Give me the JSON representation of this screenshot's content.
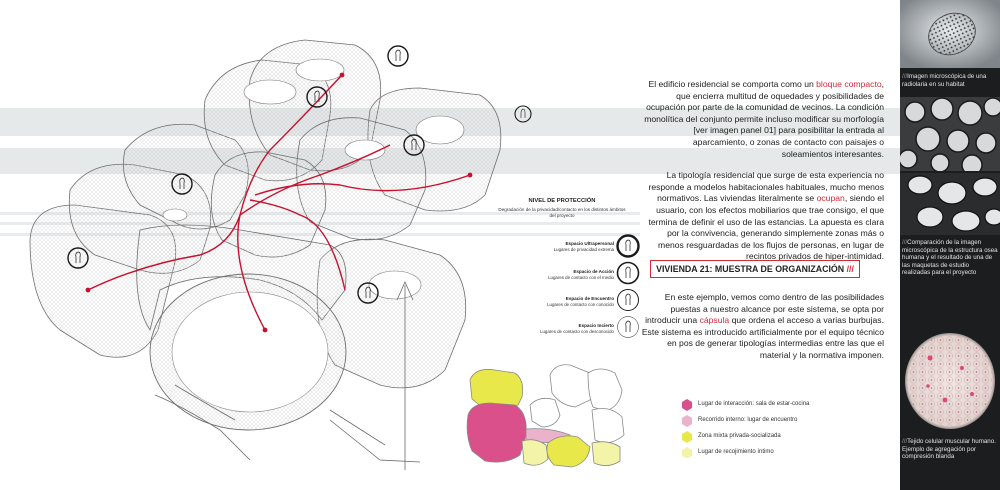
{
  "intro": {
    "p1_a": "El edificio residencial se comporta como un ",
    "p1_hl": "bloque compacto",
    "p1_b": ", que encierra multitud de oquedades y posibilidades de ocupación por parte de la comunidad de vecinos. La condición monolítica del conjunto permite incluso modificar su morfología [ver imagen panel 01] para posibilitar la entrada al aparcamiento, o zonas de contacto con paisajes o soleamientos interesantes.",
    "p2_a": "La tipología residencial que surge de esta experiencia no responde a modelos habitacionales habituales, mucho menos normativos. Las viviendas literalmente se ",
    "p2_hl": "ocupan",
    "p2_b": ", siendo el usuario, con los efectos mobiliarios que trae consigo, el que termina de definir el uso de las estancias. La apuesta es clara por la convivencia, generando simplemente zonas más o menos resguardadas de los flujos de personas, en lugar de recintos privados de hiper-intimidad."
  },
  "section_heading": {
    "text": "VIVIENDA 21: MUESTRA DE ORGANIZACIÓN",
    "slashes": "///"
  },
  "example": {
    "a": "En este ejemplo, vemos como dentro de las posibilidades puestas a nuestro alcance por este sistema, se opta por introducir una ",
    "hl": "cápsula",
    "b": " que ordena el acceso a varias burbujas. Este sistema es introducido artificialmente por el equipo técnico en pos de generar tipologías intermedias entre las que el material y la normativa imponen."
  },
  "protection": {
    "title": "NIVEL DE PROTECCIÓN",
    "subtitle": "Degradación de la privacidad/contacto en los distintos ámbitos del proyecto",
    "levels": [
      {
        "name": "Espacio Ultrapersonal",
        "desc": "Lugares de privacidad extrema"
      },
      {
        "name": "Espacio de Acción",
        "desc": "Lugares de contacto con el medio"
      },
      {
        "name": "Espacio de Encuentro",
        "desc": "Lugares de contacto con conocido"
      },
      {
        "name": "Espacio Incierto",
        "desc": "Lugares de contacto con desconocido"
      }
    ]
  },
  "legend": [
    {
      "label": "Lugar de interacción: sala de estar-cocina",
      "color": "#d9508a"
    },
    {
      "label": "Recorrido interno: lugar de encuentro",
      "color": "#eab3cb"
    },
    {
      "label": "Zona mixta privada-socializada",
      "color": "#e8e84a"
    },
    {
      "label": "Lugar de recojimiento íntimo",
      "color": "#f4f4a8"
    }
  ],
  "captions": {
    "c1": "Imagen microscópica de una radiolaria en su habitat",
    "c2": "Comparación de la imagen microscópica de la estructura osea humana y el resultado de una de las maquetas de estudio realizadas para el proyecto",
    "c3": "Tejido celular muscular humano. Ejemplo de agregación por compresión blanda",
    "slashes": "///"
  },
  "colors": {
    "accent": "#d42b3a",
    "path": "#c8102e",
    "band": "#e6e9ea",
    "dark_strip": "#1b1d1f"
  }
}
